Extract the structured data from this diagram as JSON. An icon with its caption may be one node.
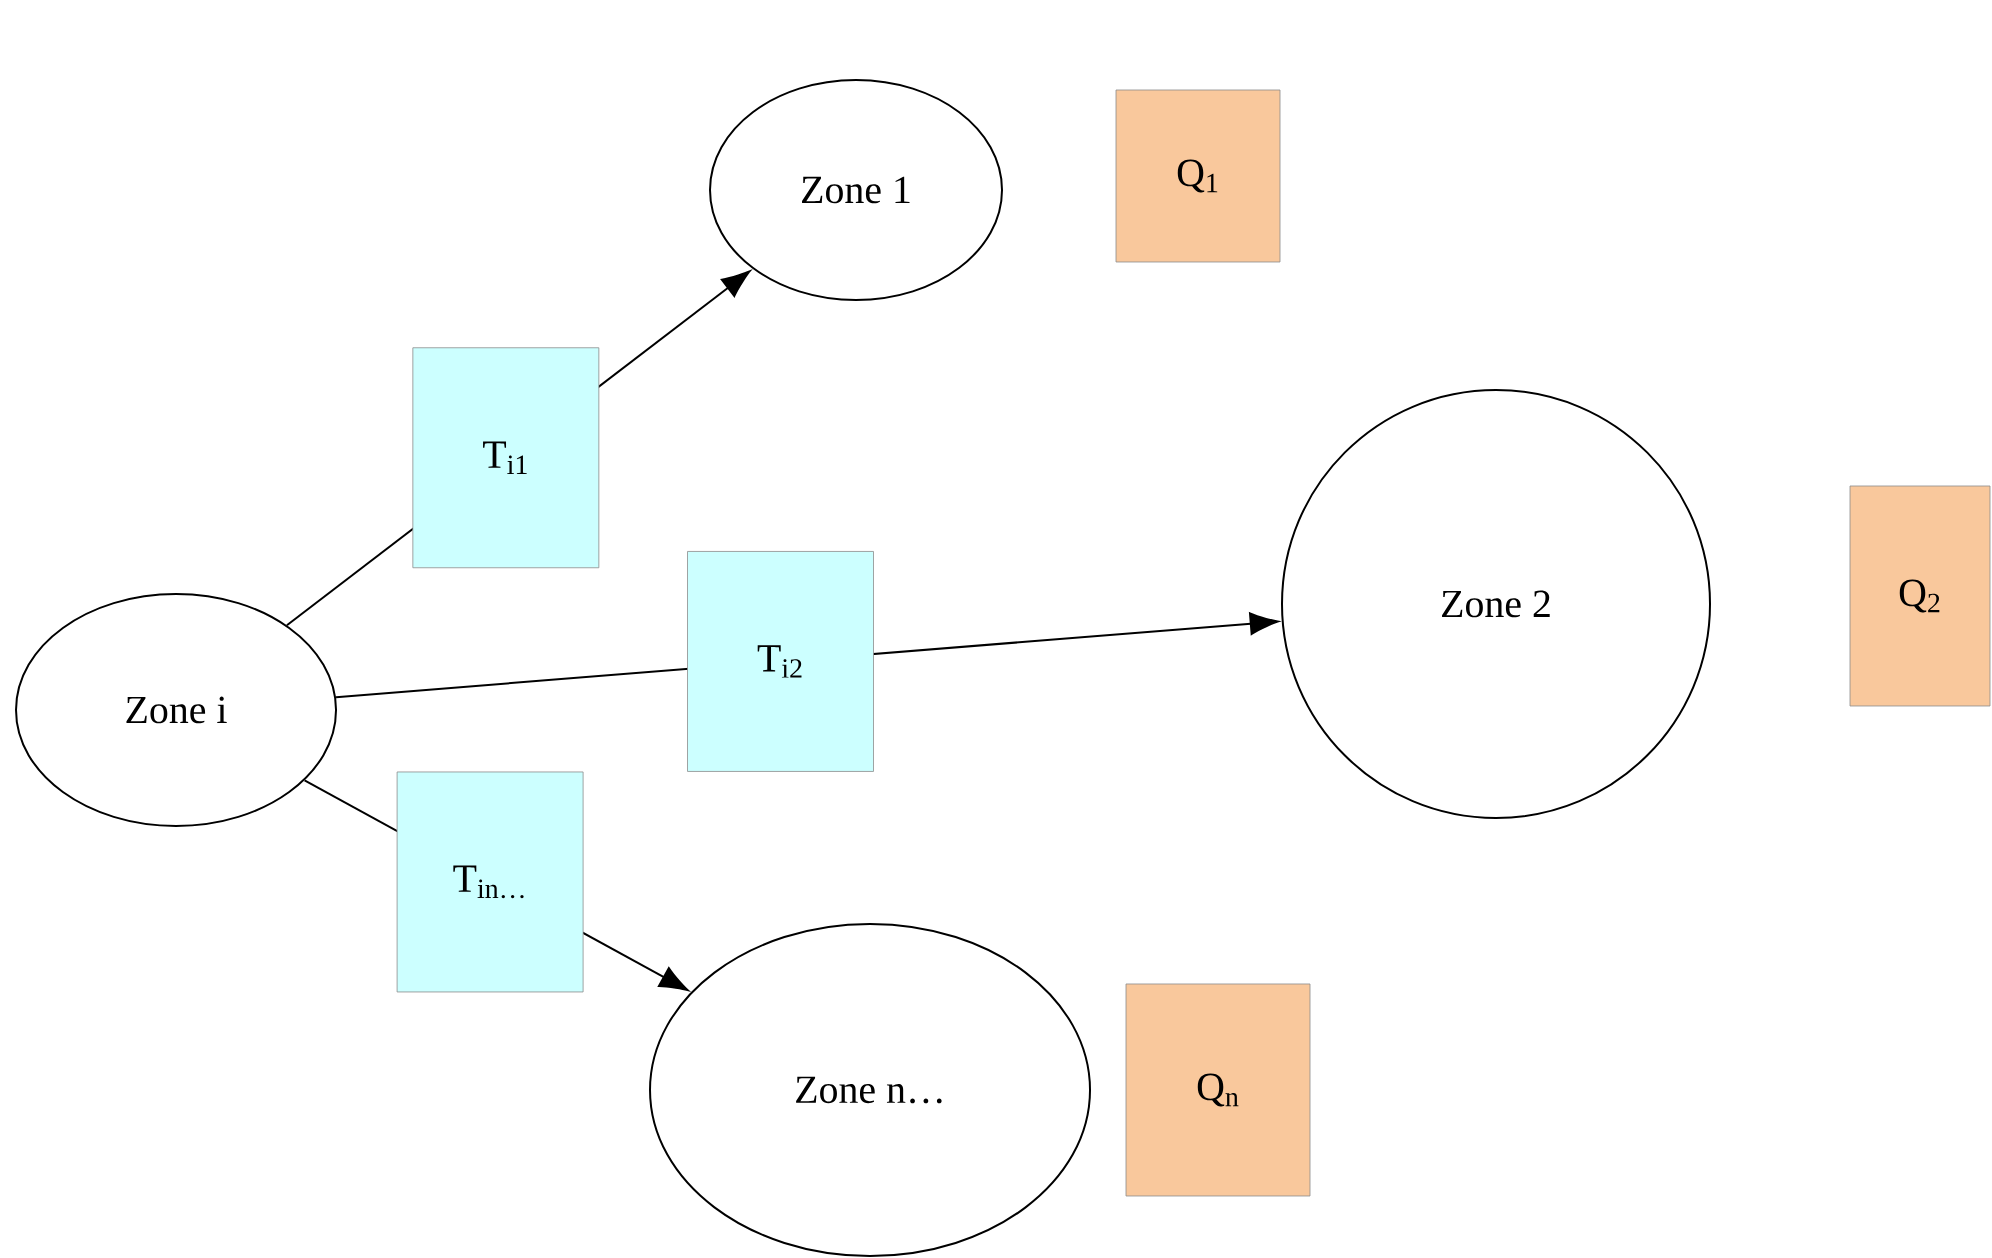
{
  "diagram": {
    "nodes": [
      {
        "text": [
          "Zone i"
        ]
      },
      {
        "text": [
          "Zone 1"
        ]
      },
      {
        "text": [
          "Zone 2"
        ]
      },
      {
        "text": [
          "Zone n…"
        ]
      },
      {
        "text": [
          "Q$_{1}$"
        ]
      },
      {
        "text": [
          "Q$_{2}$"
        ]
      },
      {
        "text": [
          "Q$_{n}$"
        ]
      }
    ],
    "edges": [
      {
        "from": 0,
        "to": 1,
        "arrow": "to",
        "label": "T$_{i1}$"
      },
      {
        "from": 0,
        "to": 2,
        "arrow": "to",
        "label": "T$_{i2}$"
      },
      {
        "from": 0,
        "to": 3,
        "arrow": "to",
        "label": "T$_{in…}$"
      }
    ]
  }
}
